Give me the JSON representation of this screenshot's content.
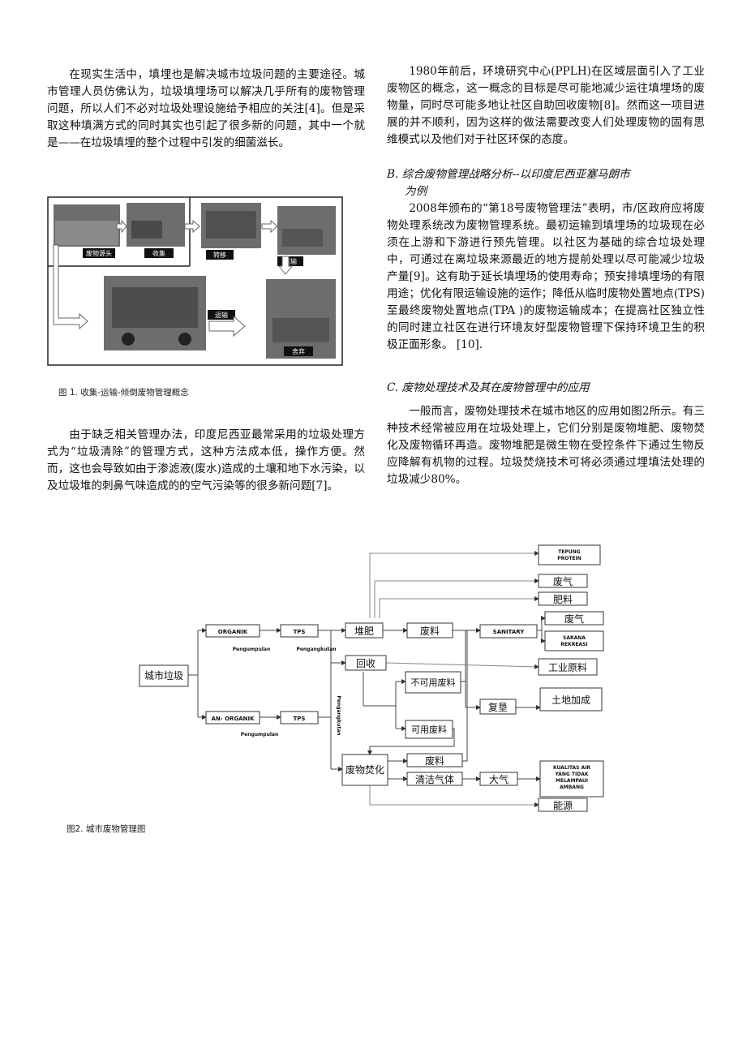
{
  "left_column": {
    "para1": "在现实生活中，填埋也是解决城市垃圾问题的主要途径。城市管理人员仿佛认为，垃圾填埋场可以解决几乎所有的废物管理问题，所以人们不必对垃圾处理设施给予相应的关注[4]。但是采取这种填满方式的同时其实也引起了很多新的问题，其中一个就是——在垃圾填埋的整个过程中引发的细菌滋长。",
    "para2": "由于缺乏相关管理办法，印度尼西亚最常采用的垃圾处理方式为“垃圾清除”的管理方式，这种方法成本低，操作方便。然而，这也会导致如由于渗滤液(废水)造成的土壤和地下水污染，以及垃圾堆的刺鼻气味造成的的空气污染等的很多新问题[7]。"
  },
  "right_column": {
    "para1": "1980年前后，环境研究中心(PPLH)在区域层面引入了工业废物区的概念，这一概念的目标是尽可能地减少运往填埋场的废物量，同时尽可能多地让社区自助回收废物[8]。然而这一项目进展的并不顺利，因为这样的做法需要改变人们处理废物的固有思维模式以及他们对于社区环保的态度。",
    "section_b_line1": "B.  综合废物管理战略分析--以印度尼西亚塞马朗市",
    "section_b_line2": "为例",
    "para2": "2008年颁布的“第18号废物管理法”表明，市/区政府应将废物处理系统改为废物管理系统。最初运输到填埋场的垃圾现在必须在上游和下游进行预先管理。以社区为基础的综合垃圾处理中，可通过在离垃圾来源最近的地方提前处理以尽可能减少垃圾产量[9]。这有助于延长填埋场的使用寿命；预安排填埋场的有限用途；优化有限运输设施的运作；降低从临时废物处置地点(TPS)至最终废物处置地点(TPA )的废物运输成本；在提高社区独立性的同时建立社区在进行环境友好型废物管理下保持环境卫生的积极正面形象。 [10].",
    "section_c": "C.  废物处理技术及其在废物管理中的应用",
    "para3": "一般而言，废物处理技术在城市地区的应用如图2所示。有三种技术经常被应用在垃圾处理上，它们分别是废物堆肥、废物焚化及废物循环再造。废物堆肥是微生物在受控条件下通过生物反应降解有机物的过程。垃圾焚烧技术可将必须通过埋填法处理的垃圾减少80%。"
  },
  "figure1": {
    "caption": "图 1. 收集-运输-倾倒废物管理概念",
    "labels": {
      "source": "废物源头",
      "collect": "收集",
      "transfer": "转移",
      "transport1": "运输",
      "transport2": "运输",
      "dispose": "舍弃"
    }
  },
  "figure2": {
    "caption": "图2. 城市废物管理图",
    "nodes": {
      "city_waste": "城市垃圾",
      "organik": "ORGANIK",
      "tps1": "TPS",
      "tps2": "TPS",
      "anorganik": "AN- ORGANIK",
      "compost": "堆肥",
      "waste1": "废料",
      "sanitary": "SANITARY",
      "recycle": "回收",
      "unusable": "不可用废料",
      "usable": "可用废料",
      "reclaim": "复垦",
      "incinerate": "废物焚化",
      "waste2": "废料",
      "clean_gas": "清洁气体",
      "atmosphere": "大气"
    },
    "outputs": {
      "tepung_line1": "TEPUNG",
      "tepung_line2": "PROTEIN",
      "gas1": "废气",
      "fertilizer": "肥料",
      "gas2": "废气",
      "sarana_line1": "SARANA",
      "sarana_line2": "REKREASI",
      "industrial": "工业原料",
      "land": "土地加成",
      "kualitas_line1": "KUALITAS AIR",
      "kualitas_line2": "YANG TIDAK",
      "kualitas_line3": "MELAMPAUI",
      "kualitas_line4": "AMBANG",
      "energy": "能源"
    },
    "edge_labels": {
      "pengumpulan1": "Pengumpulan",
      "pengangkutan1": "Pengangkutan",
      "pengangkutan2": "Pengangkutan",
      "pengumpulan2": "Pengumpulan"
    }
  }
}
